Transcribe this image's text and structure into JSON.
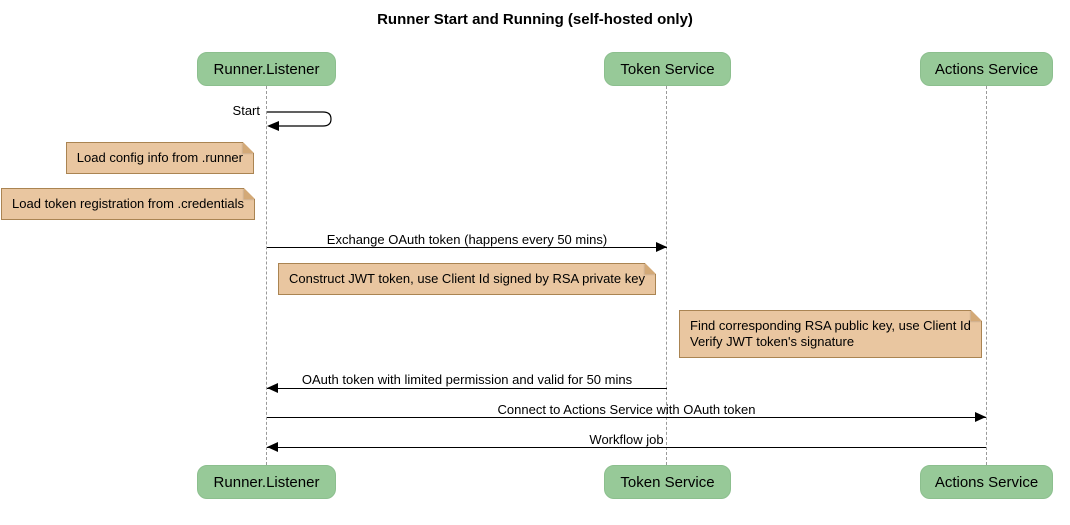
{
  "title": "Runner Start and Running (self-hosted only)",
  "participants": [
    {
      "name": "Runner.Listener"
    },
    {
      "name": "Token Service"
    },
    {
      "name": "Actions Service"
    }
  ],
  "events": [
    {
      "type": "self-message",
      "from": "Runner.Listener",
      "label": "Start"
    },
    {
      "type": "note",
      "over": "Runner.Listener",
      "label": "Load config info from .runner"
    },
    {
      "type": "note",
      "over": "Runner.Listener",
      "label": "Load token registration from .credentials"
    },
    {
      "type": "message",
      "from": "Runner.Listener",
      "to": "Token Service",
      "direction": "right",
      "label": "Exchange OAuth token (happens every 50 mins)"
    },
    {
      "type": "note",
      "over": "Token Service",
      "label": "Construct JWT token, use Client Id signed by RSA private key"
    },
    {
      "type": "note",
      "over": "Actions Service",
      "label": "Find corresponding RSA public key, use Client Id\nVerify JWT token's signature"
    },
    {
      "type": "message",
      "from": "Token Service",
      "to": "Runner.Listener",
      "direction": "left",
      "label": "OAuth token with limited permission and valid for 50 mins"
    },
    {
      "type": "message",
      "from": "Runner.Listener",
      "to": "Actions Service",
      "direction": "right",
      "label": "Connect to Actions Service with OAuth token"
    },
    {
      "type": "message",
      "from": "Actions Service",
      "to": "Runner.Listener",
      "direction": "left",
      "label": "Workflow job"
    }
  ],
  "colors": {
    "participant_fill": "#97c998",
    "note_fill": "#e9c6a0",
    "note_border": "#aa8452",
    "lifeline": "#9a9a9a",
    "arrow": "#000000"
  }
}
